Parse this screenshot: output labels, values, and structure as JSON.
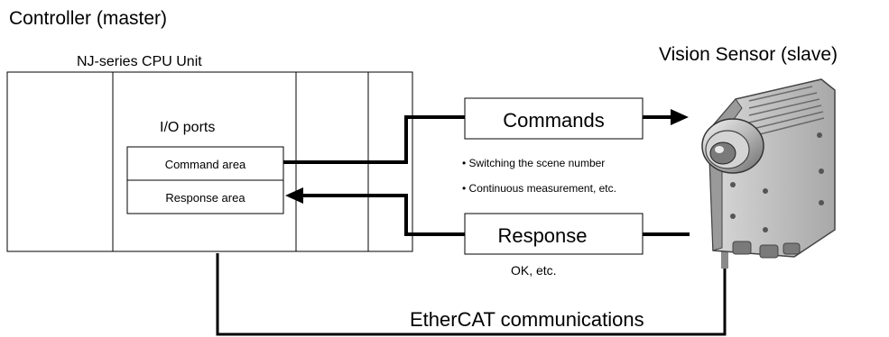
{
  "controller": {
    "title": "Controller (master)",
    "unit_label": "NJ-series CPU Unit",
    "io_ports_label": "I/O ports",
    "command_area_label": "Command area",
    "response_area_label": "Response area"
  },
  "sensor": {
    "title": "Vision Sensor (slave)"
  },
  "commands": {
    "label": "Commands",
    "notes": [
      "• Switching the scene number",
      "• Continuous measurement, etc."
    ]
  },
  "response": {
    "label": "Response",
    "note": "OK, etc."
  },
  "network": {
    "label": "EtherCAT communications"
  },
  "colors": {
    "line": "#000000",
    "box_border": "#000000",
    "cable_gray": "#8a8a8a",
    "sensor_body": "#c8c8c8",
    "sensor_dark": "#6e6e6e"
  }
}
